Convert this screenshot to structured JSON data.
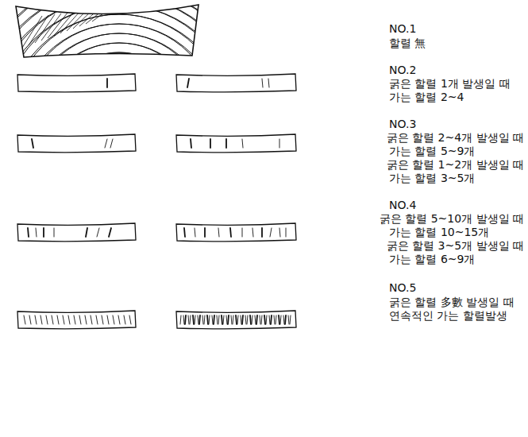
{
  "diagram": {
    "labels": [
      "NO.1",
      "할렬 無",
      "NO.2",
      "굵은 할렬 1개 발생일 때",
      "가는 할렬 2~4",
      "NO.3",
      "굵은 할렬 2~4개 발생일 때",
      "가는 할렬 5~9개",
      "굵은 할렬 1~2개 발생일 때",
      "가는 할렬 3~5개",
      "NO.4",
      "굵은 할렬 5~10개 발생일 때",
      "가는 할렬 10~15개",
      "굵은 할렬 3~5개 발생일 때",
      "가는 할렬 6~9개",
      "NO.5",
      "굵은 할렬 多數 발생일 때",
      "연속적인 가는 할렬발생"
    ]
  }
}
